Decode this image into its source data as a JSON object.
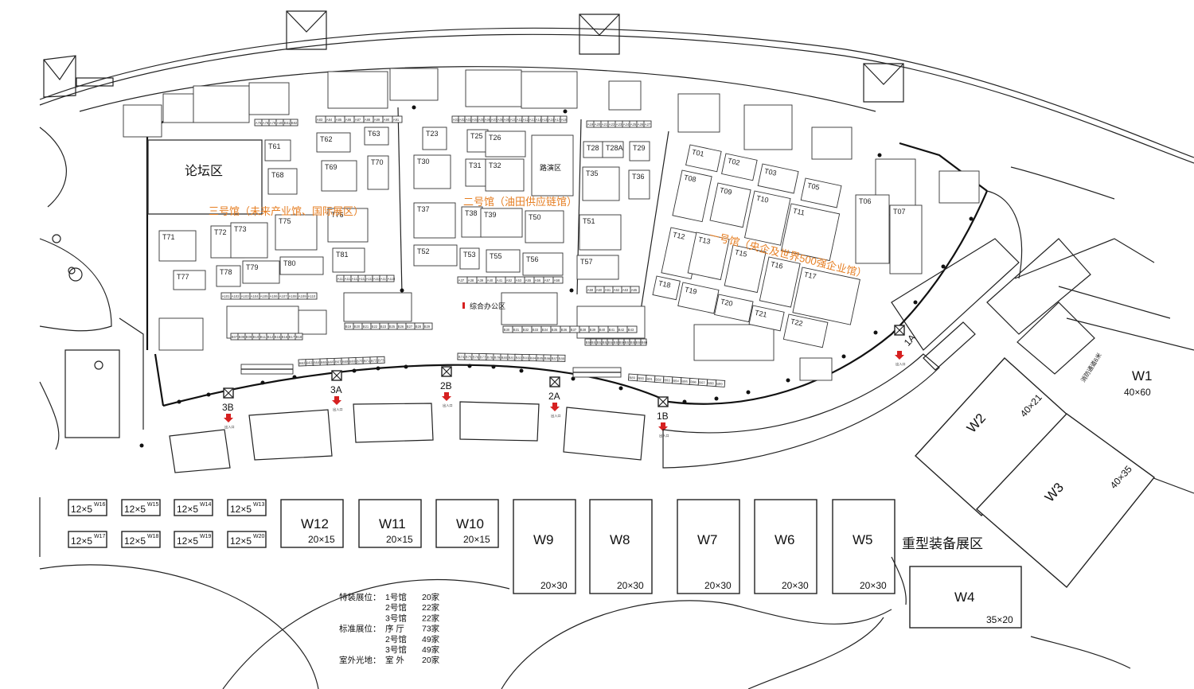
{
  "colors": {
    "hall_label": "#e67e22",
    "exit_arrow": "#d62020",
    "lines": "#222222"
  },
  "halls": {
    "hall3": "三号馆（未来产业馆、国际展区）",
    "hall2": "二号馆（油田供应链馆）",
    "hall1": "一号馆（央企及世界500强企业馆）"
  },
  "areas": {
    "forum": "论坛区",
    "roadshow": "路演区",
    "office": "综合办公区",
    "heavy": "重型装备展区",
    "fire_lane": "消防通道6米"
  },
  "exit_text": "出入口",
  "gates": [
    "1A",
    "1B",
    "2A",
    "2B",
    "3A",
    "3B"
  ],
  "special_booths": [
    "T01",
    "T02",
    "T03",
    "T05",
    "T06",
    "T07",
    "T08",
    "T09",
    "T10",
    "T11",
    "T12",
    "T13",
    "T15",
    "T16",
    "T17",
    "T18",
    "T19",
    "T20",
    "T21",
    "T22",
    "T23",
    "T25",
    "T26",
    "T28",
    "T28A",
    "T29",
    "T30",
    "T31",
    "T32",
    "T35",
    "T36",
    "T37",
    "T38",
    "T39",
    "T50",
    "T51",
    "T52",
    "T53",
    "T55",
    "T56",
    "T57",
    "T61",
    "T62",
    "T63",
    "T68",
    "T69",
    "T70",
    "T71",
    "T72",
    "T73",
    "T75",
    "T76",
    "T77",
    "T78",
    "T79",
    "T80",
    "T81"
  ],
  "outdoor_big": [
    {
      "id": "W1",
      "size": "40×60"
    },
    {
      "id": "W2",
      "size": "40×21"
    },
    {
      "id": "W3",
      "size": "40×35"
    },
    {
      "id": "W4",
      "size": "35×20"
    },
    {
      "id": "W5",
      "size": "20×30"
    },
    {
      "id": "W6",
      "size": "20×30"
    },
    {
      "id": "W7",
      "size": "20×30"
    },
    {
      "id": "W8",
      "size": "20×30"
    },
    {
      "id": "W9",
      "size": "20×30"
    },
    {
      "id": "W10",
      "size": "20×15"
    },
    {
      "id": "W11",
      "size": "20×15"
    },
    {
      "id": "W12",
      "size": "20×15"
    }
  ],
  "outdoor_small": [
    {
      "id": "W16",
      "size": "12×5"
    },
    {
      "id": "W15",
      "size": "12×5"
    },
    {
      "id": "W14",
      "size": "12×5"
    },
    {
      "id": "W13",
      "size": "12×5"
    },
    {
      "id": "W17",
      "size": "12×5"
    },
    {
      "id": "W18",
      "size": "12×5"
    },
    {
      "id": "W19",
      "size": "12×5"
    },
    {
      "id": "W20",
      "size": "12×5"
    }
  ],
  "legend": [
    {
      "cat": "特装展位：",
      "place": "1号馆",
      "count": "20家"
    },
    {
      "cat": "",
      "place": "2号馆",
      "count": "22家"
    },
    {
      "cat": "",
      "place": "3号馆",
      "count": "22家"
    },
    {
      "cat": "标准展位：",
      "place": "序 厅",
      "count": "73家"
    },
    {
      "cat": "",
      "place": "2号馆",
      "count": "49家"
    },
    {
      "cat": "",
      "place": "3号馆",
      "count": "49家"
    },
    {
      "cat": "室外光地：",
      "place": "室 外",
      "count": "20家"
    }
  ],
  "std_rows": [
    [
      "A76",
      "A78",
      "A79",
      "A80",
      "B81",
      "B82"
    ],
    [
      "A83",
      "A84",
      "A85",
      "A86",
      "A87",
      "A88",
      "A89",
      "A90",
      "A91"
    ],
    [
      "A01",
      "A02",
      "A03",
      "A04",
      "A05",
      "A06",
      "A07",
      "A08",
      "A09",
      "A10",
      "A11",
      "A12",
      "A13",
      "A14",
      "A15",
      "A16",
      "A17",
      "A18"
    ],
    [
      "A19",
      "A20",
      "A21",
      "A22",
      "A23",
      "A24",
      "A25",
      "A26",
      "A27"
    ],
    [
      "A101",
      "A102",
      "A103",
      "A104",
      "A105",
      "A106",
      "A107",
      "A108",
      "A109",
      "A110"
    ],
    [
      "A111",
      "A112",
      "A113",
      "A114",
      "A115",
      "A116",
      "A117",
      "A118"
    ],
    [
      "A37",
      "A38",
      "A39",
      "A40",
      "A41",
      "A52",
      "A53",
      "A55",
      "A56",
      "A57",
      "A58"
    ],
    [
      "A59",
      "A60",
      "A61",
      "A62",
      "A63",
      "A65"
    ],
    [
      "B07",
      "B08",
      "B09",
      "B10",
      "B11",
      "B12",
      "B15",
      "B16",
      "B17",
      "B18"
    ],
    [
      "B19",
      "B20",
      "B21",
      "B22",
      "B23",
      "B25",
      "B26",
      "B27",
      "B28",
      "B29"
    ],
    [
      "B30",
      "B31",
      "B32",
      "B33",
      "B34",
      "B35",
      "B36",
      "B37",
      "B38",
      "B39",
      "B40",
      "B41",
      "B42",
      "B43"
    ],
    [
      "B50",
      "B51",
      "B52",
      "B53",
      "B54",
      "B55",
      "B56",
      "B57",
      "B58",
      "B59",
      "B60"
    ],
    [
      "B62",
      "B63",
      "B64",
      "B65",
      "B66",
      "B67",
      "B68",
      "B69",
      "B70",
      "B71",
      "B72",
      "B73"
    ],
    [
      "B74",
      "B75",
      "B76",
      "B77",
      "B78",
      "B79",
      "B80",
      "B81",
      "B82",
      "B83",
      "B84",
      "B85",
      "B86",
      "B87",
      "B88"
    ],
    [
      "B89",
      "B90",
      "B91",
      "B92",
      "B93",
      "B94",
      "B95",
      "B96",
      "B97",
      "B98",
      "B99"
    ]
  ]
}
